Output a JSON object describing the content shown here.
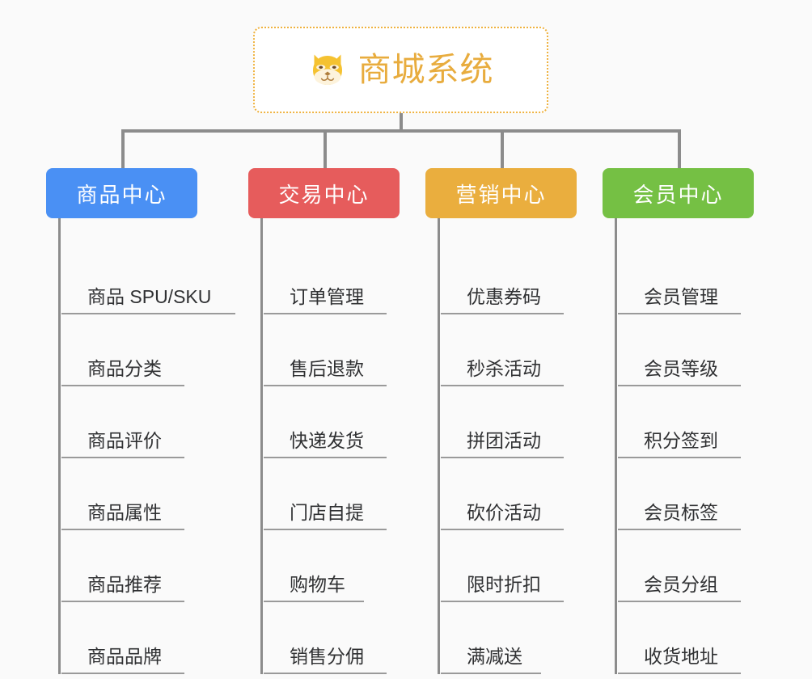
{
  "root": {
    "title": "商城系统",
    "icon": "dog-face-icon",
    "accent_color": "#e8ac3e",
    "border_color": "#efb23f"
  },
  "canvas": {
    "background_color": "#fafafa",
    "connector_color": "#8c8c8c"
  },
  "branches": [
    {
      "label": "商品中心",
      "color": "#4a90f4",
      "items": [
        {
          "label": "商品 SPU/SKU",
          "width": "wide"
        },
        {
          "label": "商品分类",
          "width": "normal"
        },
        {
          "label": "商品评价",
          "width": "normal"
        },
        {
          "label": "商品属性",
          "width": "normal"
        },
        {
          "label": "商品推荐",
          "width": "normal"
        },
        {
          "label": "商品品牌",
          "width": "normal"
        }
      ]
    },
    {
      "label": "交易中心",
      "color": "#e65c5c",
      "items": [
        {
          "label": "订单管理",
          "width": "normal"
        },
        {
          "label": "售后退款",
          "width": "normal"
        },
        {
          "label": "快递发货",
          "width": "normal"
        },
        {
          "label": "门店自提",
          "width": "normal"
        },
        {
          "label": "购物车",
          "width": "narrow"
        },
        {
          "label": "销售分佣",
          "width": "normal"
        }
      ]
    },
    {
      "label": "营销中心",
      "color": "#eaae3e",
      "items": [
        {
          "label": "优惠券码",
          "width": "normal"
        },
        {
          "label": "秒杀活动",
          "width": "normal"
        },
        {
          "label": "拼团活动",
          "width": "normal"
        },
        {
          "label": "砍价活动",
          "width": "normal"
        },
        {
          "label": "限时折扣",
          "width": "normal"
        },
        {
          "label": "满减送",
          "width": "narrow"
        }
      ]
    },
    {
      "label": "会员中心",
      "color": "#75c044",
      "items": [
        {
          "label": "会员管理",
          "width": "normal"
        },
        {
          "label": "会员等级",
          "width": "normal"
        },
        {
          "label": "积分签到",
          "width": "normal"
        },
        {
          "label": "会员标签",
          "width": "normal"
        },
        {
          "label": "会员分组",
          "width": "normal"
        },
        {
          "label": "收货地址",
          "width": "normal"
        }
      ]
    }
  ]
}
